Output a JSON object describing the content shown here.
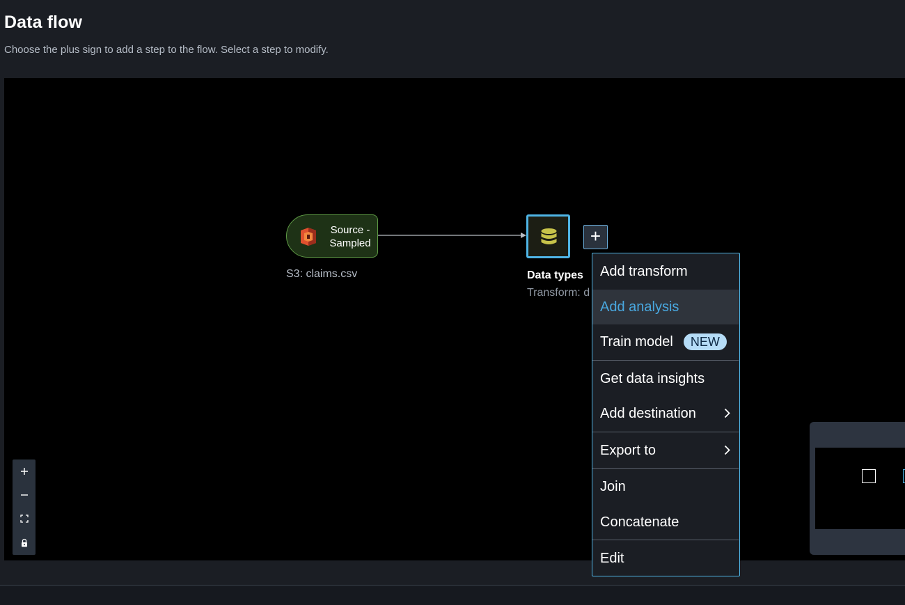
{
  "header": {
    "title": "Data flow",
    "subtitle": "Choose the plus sign to add a step to the flow. Select a step to modify."
  },
  "flow": {
    "source_node": {
      "label": "Source - Sampled",
      "caption": "S3: claims.csv",
      "icon": "s3-bucket-icon"
    },
    "transform_node": {
      "title": "Data types",
      "subtitle": "Transform: d",
      "icon": "database-icon"
    },
    "add_step_label": "+"
  },
  "menu": {
    "items": [
      {
        "label": "Add transform"
      },
      {
        "label": "Add analysis",
        "active": true
      },
      {
        "label": "Train model",
        "badge": "NEW"
      },
      {
        "label": "Get data insights"
      },
      {
        "label": "Add destination",
        "submenu": true
      },
      {
        "label": "Export to",
        "submenu": true
      },
      {
        "label": "Join"
      },
      {
        "label": "Concatenate"
      },
      {
        "label": "Edit"
      }
    ]
  },
  "zoom_controls": [
    "zoom-in-icon",
    "zoom-out-icon",
    "fit-view-icon",
    "lock-icon"
  ],
  "colors": {
    "accent": "#4fb5e6",
    "active_text": "#49a8e0",
    "source_border": "#5e9a45",
    "canvas": "#000000",
    "background": "#1b1e24",
    "badge_bg": "#b5dcf7"
  }
}
